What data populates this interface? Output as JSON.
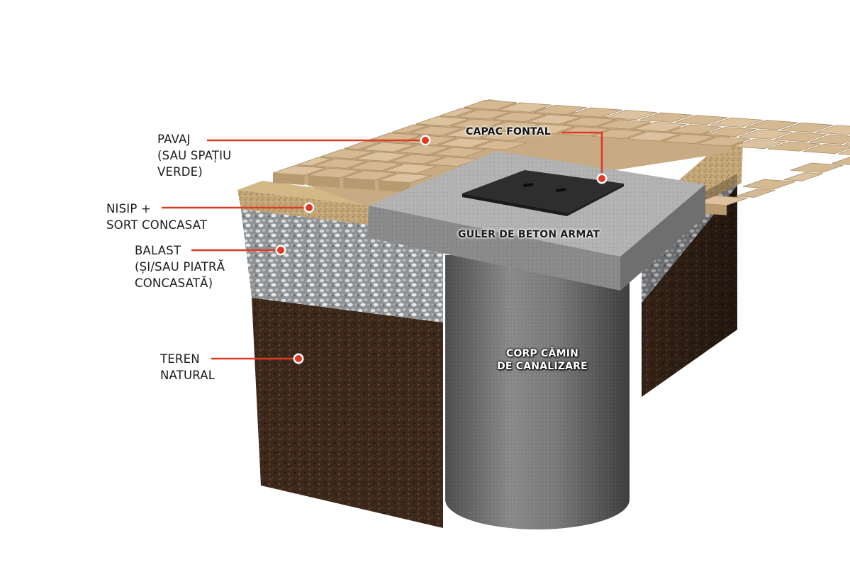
{
  "colors": {
    "leader_line": "#e03a22",
    "marker_fill": "#e03a22",
    "marker_ring": "#ffffff",
    "paver": "#d5b993",
    "sand": "#c7ab7a",
    "gravel": "#b4b6b8",
    "soil": "#3e2a1c",
    "concrete_collar": "#b8b8b8",
    "manhole_body": "#7b7b7b",
    "cast_iron_cover": "#2b2b2b",
    "background": "#ffffff"
  },
  "labels": {
    "pavaj": [
      "PAVAJ",
      "(SAU SPAȚIU",
      "VERDE)"
    ],
    "nisip": [
      "NISIP +",
      "SORT CONCASAT"
    ],
    "balast": [
      "BALAST",
      "(ȘI/SAU PIATRĂ",
      "CONCASATĂ)"
    ],
    "teren": [
      "TEREN",
      "NATURAL"
    ],
    "capac": "CAPAC FONTAL",
    "guler": "GULER DE BETON ARMAT",
    "corp": [
      "CORP CĂMIN",
      "DE CANALIZARE"
    ]
  }
}
